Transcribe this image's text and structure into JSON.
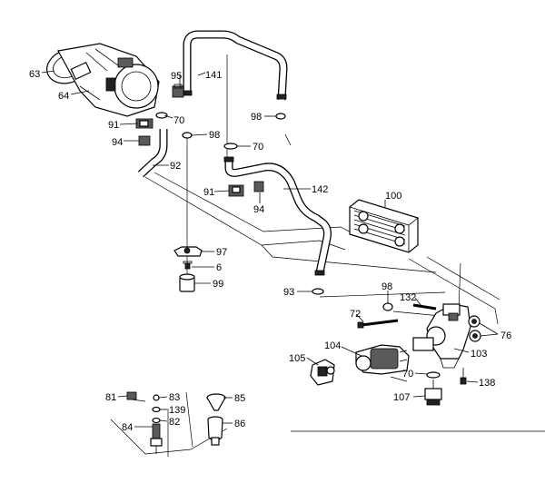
{
  "callouts": {
    "c63": "63",
    "c64": "64",
    "c95": "95",
    "c141": "141",
    "c70a": "70",
    "c91a": "91",
    "c94a": "94",
    "c98a": "98",
    "c70b": "70",
    "c98b": "98",
    "c92": "92",
    "c142": "142",
    "c91b": "91",
    "c94b": "94",
    "c100": "100",
    "c97": "97",
    "c6": "6",
    "c99": "99",
    "c93": "93",
    "c98c": "98",
    "c132": "132",
    "c72": "72",
    "c76": "76",
    "c104": "104",
    "c103": "103",
    "c105": "105",
    "c70c": "70",
    "c138": "138",
    "c107": "107",
    "c81": "81",
    "c83": "83",
    "c85": "85",
    "c139": "139",
    "c84": "84",
    "c82": "82",
    "c86": "86"
  },
  "colors": {
    "line": "#000000",
    "shade": "#5a5a5a",
    "background": "#ffffff"
  }
}
